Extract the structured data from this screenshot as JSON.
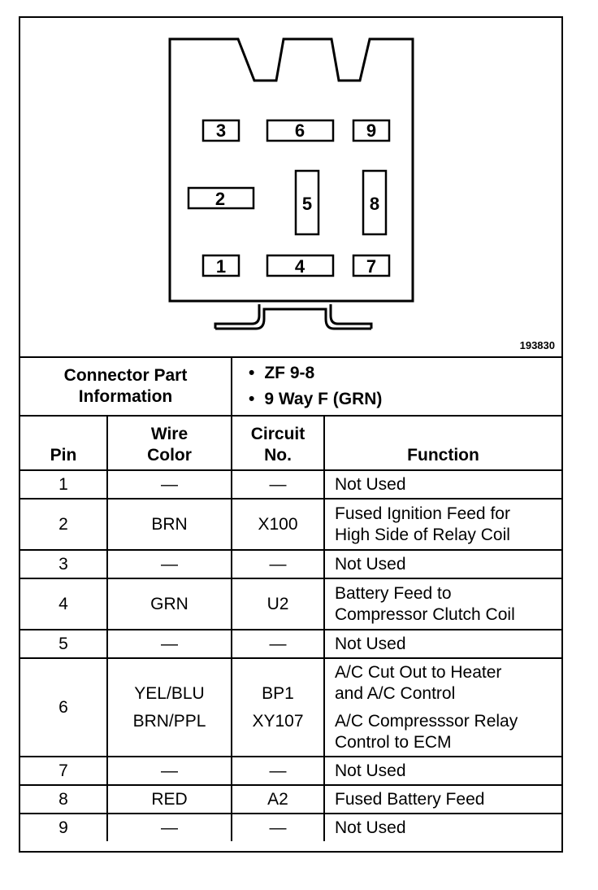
{
  "figure_id": "193830",
  "connector": {
    "pin_labels": [
      "1",
      "2",
      "3",
      "4",
      "5",
      "6",
      "7",
      "8",
      "9"
    ]
  },
  "part_info": {
    "label_line1": "Connector Part",
    "label_line2": "Information",
    "items": [
      "ZF 9-8",
      "9 Way F (GRN)"
    ]
  },
  "headers": {
    "pin": "Pin",
    "wire_color_1": "Wire",
    "wire_color_2": "Color",
    "circuit_1": "Circuit",
    "circuit_2": "No.",
    "function": "Function"
  },
  "rows": [
    {
      "pin": "1",
      "wire": "—",
      "circuit": "—",
      "function": [
        "Not Used"
      ]
    },
    {
      "pin": "2",
      "wire": "BRN",
      "circuit": "X100",
      "function": [
        "Fused Ignition Feed for",
        "High Side of Relay Coil"
      ]
    },
    {
      "pin": "3",
      "wire": "—",
      "circuit": "—",
      "function": [
        "Not Used"
      ]
    },
    {
      "pin": "4",
      "wire": "GRN",
      "circuit": "U2",
      "function": [
        "Battery Feed to",
        "Compressor Clutch Coil"
      ]
    },
    {
      "pin": "5",
      "wire": "—",
      "circuit": "—",
      "function": [
        "Not Used"
      ]
    },
    {
      "pin": "6",
      "wire": [
        "YEL/BLU",
        "BRN/PPL"
      ],
      "circuit": [
        "BP1",
        "XY107"
      ],
      "function": [
        "A/C Cut Out to Heater",
        "and A/C Control",
        "A/C Compresssor Relay",
        "Control to ECM"
      ]
    },
    {
      "pin": "7",
      "wire": "—",
      "circuit": "—",
      "function": [
        "Not Used"
      ]
    },
    {
      "pin": "8",
      "wire": "RED",
      "circuit": "A2",
      "function": [
        "Fused Battery Feed"
      ]
    },
    {
      "pin": "9",
      "wire": "—",
      "circuit": "—",
      "function": [
        "Not Used"
      ]
    }
  ]
}
